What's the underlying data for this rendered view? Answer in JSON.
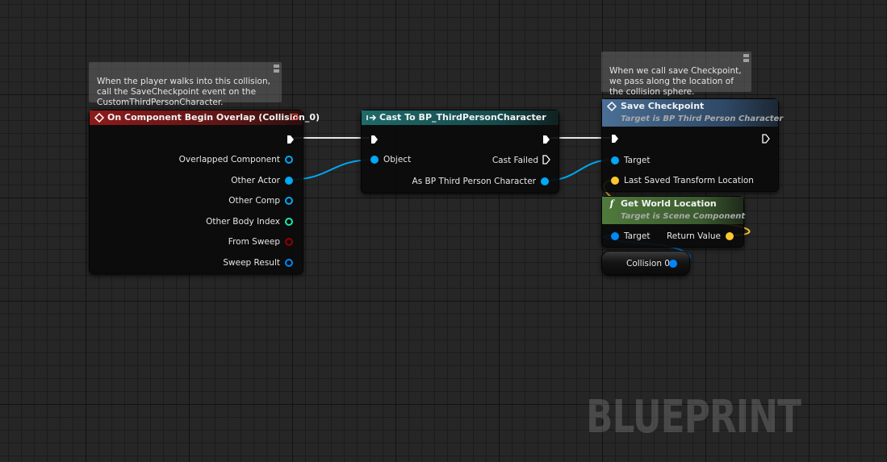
{
  "graph": {
    "watermark": "BLUEPRINT",
    "colors": {
      "exec_wire": "#e6e6e6",
      "object_pin": "#00a8f5",
      "struct_pin": "#0088f8",
      "int_pin": "#1fe3af",
      "bool_pin": "#950000",
      "vector_pin": "#fdc82e",
      "event_header": "#8c1b1b",
      "cast_header": "#1f6a6a",
      "function_header": "#4a6f96",
      "pure_header": "#4f7a3c"
    }
  },
  "comments": {
    "overlap": {
      "text": "When the player walks into this collision,\ncall the SaveCheckpoint event on the\nCustomThirdPersonCharacter."
    },
    "save": {
      "text": "When we call save Checkpoint,\nwe pass along the location of\nthe collision sphere."
    }
  },
  "nodes": {
    "overlap": {
      "title": "On Component Begin Overlap (Collision_0)",
      "icon": "event-icon",
      "pins": [
        "Overlapped Component",
        "Other Actor",
        "Other Comp",
        "Other Body Index",
        "From Sweep",
        "Sweep Result"
      ]
    },
    "cast": {
      "title": "Cast To BP_ThirdPersonCharacter",
      "icon": "cast-icon",
      "object_pin": "Object",
      "cast_failed_pin": "Cast Failed",
      "as_pin": "As BP Third Person Character"
    },
    "save": {
      "title": "Save Checkpoint",
      "subtitle": "Target is BP Third Person Character",
      "icon": "function-icon",
      "target_pin": "Target",
      "location_pin": "Last Saved Transform Location"
    },
    "get_location": {
      "title": "Get World Location",
      "subtitle": "Target is Scene Component",
      "icon": "pure-function-icon",
      "icon_glyph": "f",
      "target_pin": "Target",
      "return_pin": "Return Value"
    },
    "collision_var": {
      "label": "Collision 0"
    }
  }
}
